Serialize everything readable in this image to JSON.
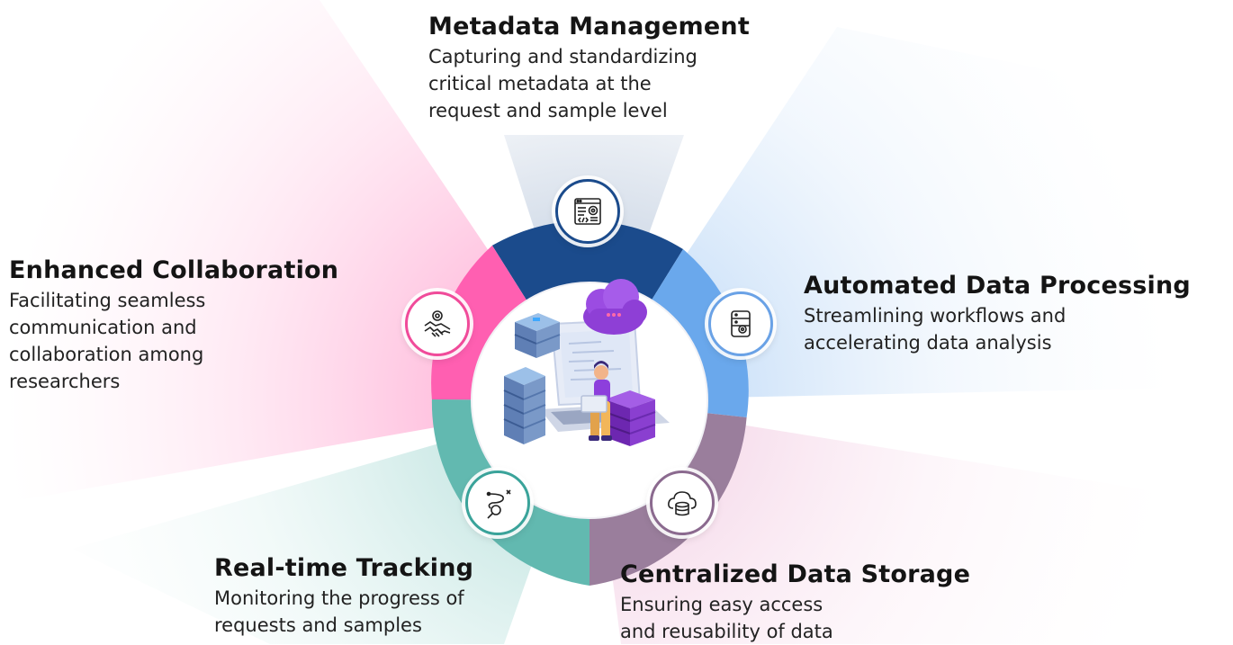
{
  "features": {
    "metadata": {
      "title": "Metadata Management",
      "desc": "Capturing and standardizing\ncritical metadata at the\nrequest and sample level",
      "icon": "code-settings-window-icon",
      "color": "#1b4b8c"
    },
    "collaboration": {
      "title": "Enhanced Collaboration",
      "desc": "Facilitating seamless\ncommunication and\ncollaboration among\nresearchers",
      "icon": "handshake-gear-icon",
      "color": "#ff5fb1"
    },
    "automated": {
      "title": "Automated Data Processing",
      "desc": "Streamlining workflows and\naccelerating data analysis",
      "icon": "database-gear-icon",
      "color": "#6aa8ec"
    },
    "tracking": {
      "title": "Real-time Tracking",
      "desc": "Monitoring the progress of\nrequests and samples",
      "icon": "route-search-icon",
      "color": "#62b9b0"
    },
    "storage": {
      "title": "Centralized Data Storage",
      "desc": "Ensuring easy access\nand reusability of data",
      "icon": "cloud-database-icon",
      "color": "#9a7e9c"
    }
  },
  "center_illustration": "server-laptop-cloud-illustration"
}
